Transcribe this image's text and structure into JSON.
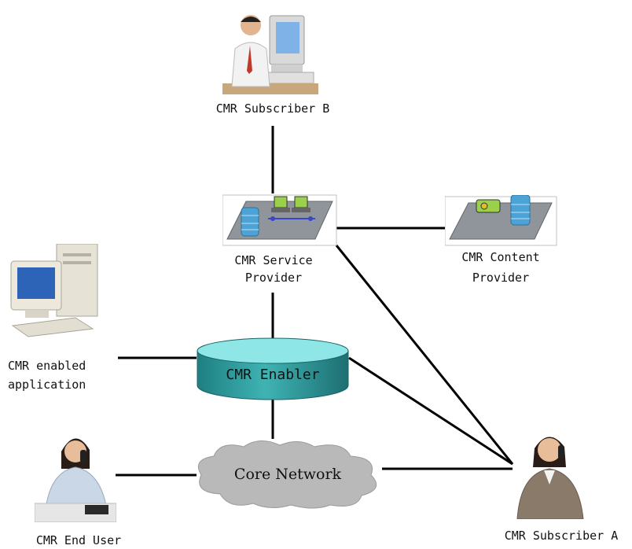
{
  "nodes": {
    "subscriber_b": {
      "label": "CMR Subscriber B"
    },
    "service_provider": {
      "label_line1": "CMR Service",
      "label_line2": "Provider"
    },
    "content_provider": {
      "label_line1": "CMR Content",
      "label_line2": "Provider"
    },
    "enabled_application": {
      "label_line1": "CMR enabled",
      "label_line2": "application"
    },
    "enabler": {
      "label": "CMR Enabler"
    },
    "core_network": {
      "label": "Core Network"
    },
    "end_user": {
      "label": "CMR End User"
    },
    "subscriber_a": {
      "label": "CMR Subscriber A"
    }
  },
  "colors": {
    "line": "#000000",
    "platform": "#8f959a",
    "enabler_fill": "#2e9a9c",
    "cloud_fill": "#b9b9b9",
    "database_blue": "#4da3d6"
  }
}
